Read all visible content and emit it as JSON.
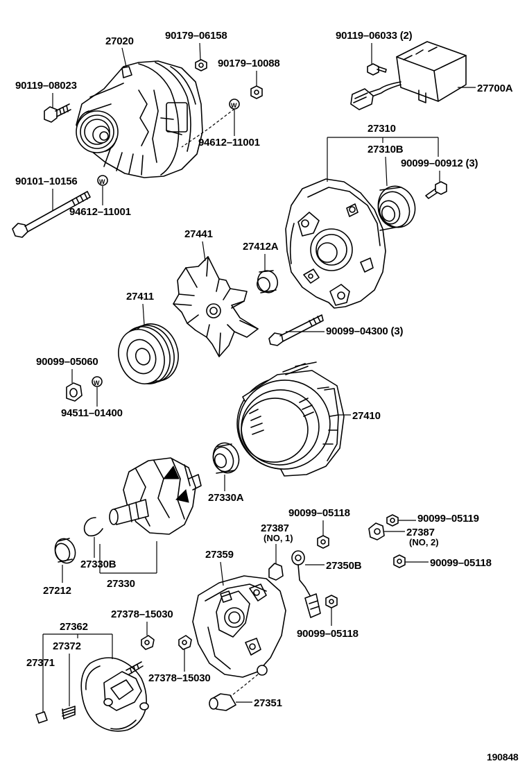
{
  "diagram_id": "190848",
  "labels": {
    "p27020": "27020",
    "p90179_06158": "90179–06158",
    "p90179_10088": "90179–10088",
    "p90119_08023": "90119–08023",
    "p94612_11001_a": "94612–11001",
    "p90101_10156": "90101–10156",
    "p94612_11001_b": "94612–11001",
    "p90119_06033": "90119–06033 (2)",
    "p27700A": "27700A",
    "p27310": "27310",
    "p27310B": "27310B",
    "p90099_00912": "90099–00912 (3)",
    "p27441": "27441",
    "p27412A": "27412A",
    "p27411": "27411",
    "p90099_04300": "90099–04300 (3)",
    "p90099_05060": "90099–05060",
    "p94511_01400": "94511–01400",
    "p27410": "27410",
    "p27330A": "27330A",
    "p27330B": "27330B",
    "p27330": "27330",
    "p27212": "27212",
    "p90099_05118_a": "90099–05118",
    "p27387_1": "27387",
    "p27387_1_note": "(NO, 1)",
    "p27350B": "27350B",
    "p90099_05119": "90099–05119",
    "p27387_2": "27387",
    "p27387_2_note": "(NO, 2)",
    "p90099_05118_b": "90099–05118",
    "p27359": "27359",
    "p90099_05118_c": "90099–05118",
    "p27362": "27362",
    "p27372": "27372",
    "p27371": "27371",
    "p27378_a": "27378–15030",
    "p27378_b": "27378–15030",
    "p27351": "27351"
  },
  "washer_mark": "W"
}
